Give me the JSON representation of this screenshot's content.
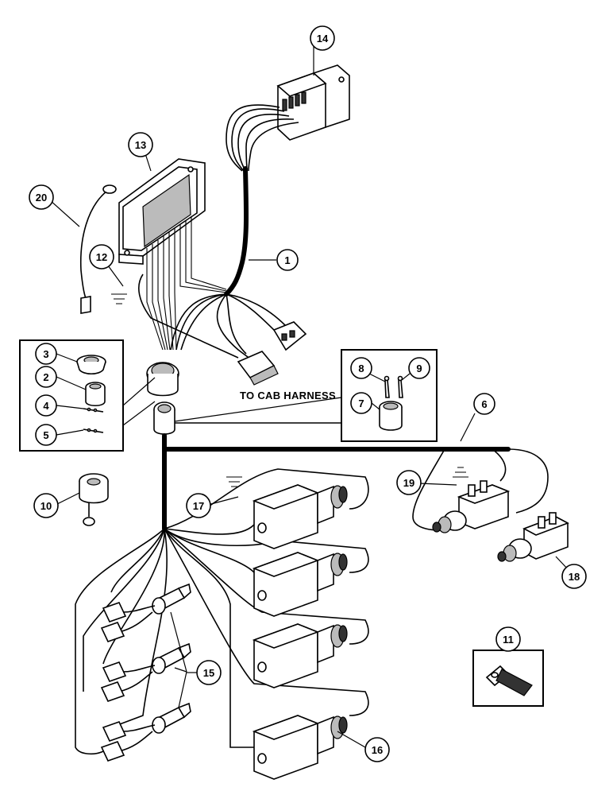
{
  "callouts": {
    "c1": "1",
    "c2": "2",
    "c3": "3",
    "c4": "4",
    "c5": "5",
    "c6": "6",
    "c7": "7",
    "c8": "8",
    "c9": "9",
    "c10": "10",
    "c11": "11",
    "c12": "12",
    "c13": "13",
    "c14": "14",
    "c15": "15",
    "c16": "16",
    "c17": "17",
    "c18": "18",
    "c19": "19",
    "c20": "20"
  },
  "annotations": {
    "to_cab_harness": "TO CAB HARNESS"
  }
}
